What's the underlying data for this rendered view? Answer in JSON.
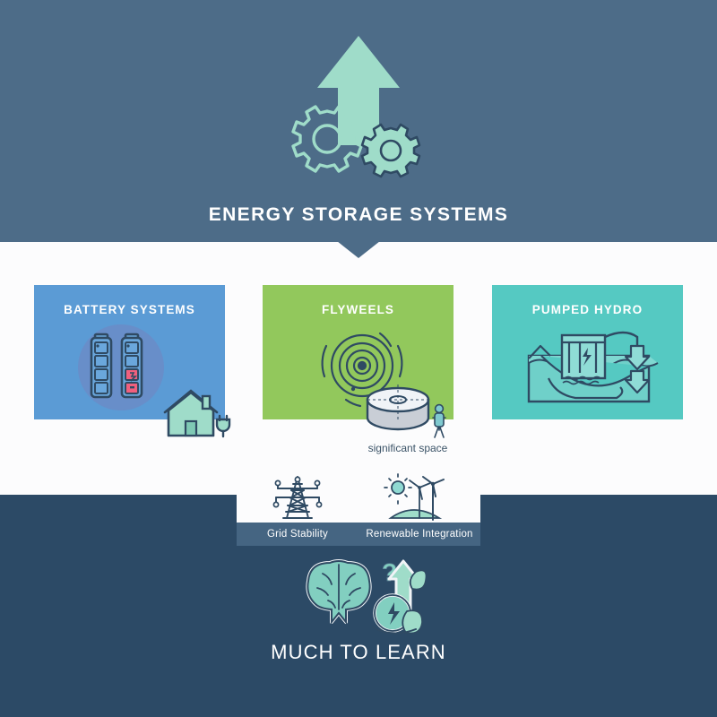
{
  "header": {
    "title": "ENERGY STORAGE SYSTEMS",
    "icon": "gears-up-arrow-icon"
  },
  "panels": [
    {
      "id": "battery",
      "title": "BATTERY SYSTEMS",
      "color": "#5b9bd5",
      "icons": [
        "battery-pair-icon",
        "house-plug-icon"
      ],
      "glow_color": "#8276b4"
    },
    {
      "id": "flywheel",
      "title": "FLYWEELS",
      "color": "#92c85c",
      "icons": [
        "spinning-disc-icon",
        "flywheel-cylinder-icon",
        "person-scale-icon"
      ],
      "caption": "significant space"
    },
    {
      "id": "hydro",
      "title": "PUMPED HYDRO",
      "color": "#55c9c2",
      "icons": [
        "dam-reservoir-icon",
        "down-arrow-icon"
      ]
    }
  ],
  "benefits": [
    {
      "label": "Grid Stability",
      "icon": "transmission-tower-icon"
    },
    {
      "label": "Renewable Integration",
      "icon": "sun-wind-turbine-icon"
    }
  ],
  "footer": {
    "title": "MUCH TO LEARN",
    "icon": "brain-question-leaf-icon"
  },
  "theme": {
    "band_top": "#4d6c88",
    "band_white": "#fcfcfd",
    "band_bottom": "#2c4a66",
    "label_bar": "#456582",
    "ink": "#2f4a63",
    "mint": "#9fdcc9",
    "accent_pink": "#f0607e"
  }
}
